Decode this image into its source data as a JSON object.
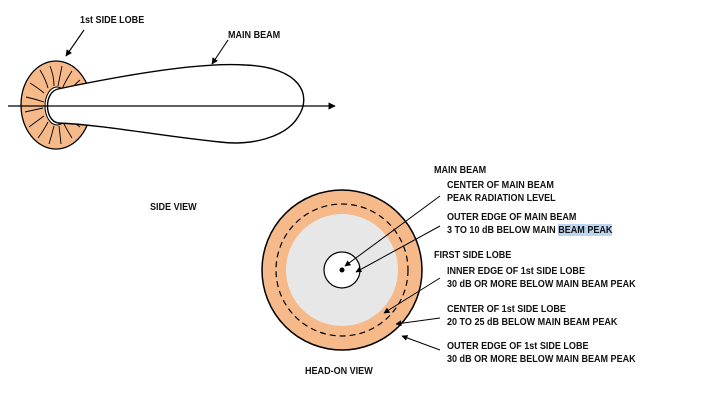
{
  "colors": {
    "lobe_fill": "#f6b98a",
    "beam_fill": "#e7e7e7",
    "stroke": "#000000",
    "highlight": "#bcd6ef"
  },
  "side_view": {
    "label_side_lobe": "1st SIDE LOBE",
    "label_main_beam": "MAIN BEAM",
    "caption": "SIDE VIEW"
  },
  "head_on_view": {
    "caption": "HEAD-ON VIEW",
    "label_main_beam": "MAIN BEAM",
    "center_main_beam": [
      "CENTER OF MAIN BEAM",
      "PEAK RADIATION LEVEL"
    ],
    "outer_edge_main_beam": [
      "OUTER EDGE OF MAIN BEAM",
      "3 TO 10 dB BELOW MAIN ",
      "BEAM PEAK"
    ],
    "label_first_side_lobe": "FIRST SIDE LOBE",
    "inner_edge_side_lobe": [
      "INNER EDGE OF 1st SIDE LOBE",
      "30 dB OR MORE BELOW MAIN BEAM PEAK"
    ],
    "center_side_lobe": [
      "CENTER OF 1st SIDE LOBE",
      "20 TO 25 dB BELOW MAIN BEAM PEAK"
    ],
    "outer_edge_side_lobe": [
      "OUTER EDGE OF 1st SIDE LOBE",
      "30 dB OR MORE BELOW MAIN BEAM PEAK"
    ]
  }
}
